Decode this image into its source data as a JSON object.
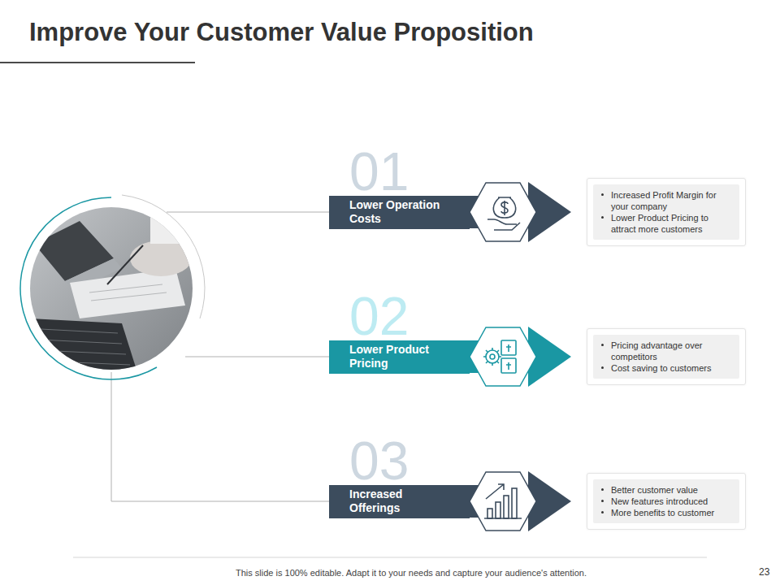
{
  "diagram": {
    "title": "Improve Your Customer Value Proposition",
    "nodes": [
      {
        "text": [
          "01",
          "Lower Operation Costs"
        ]
      },
      {
        "text": [
          "Increased Profit Margin for your company",
          "Lower Product Pricing to attract more customers"
        ]
      },
      {
        "text": [
          "02",
          "Lower Product Pricing"
        ]
      },
      {
        "text": [
          "Pricing advantage over competitors",
          "Cost saving to customers"
        ]
      },
      {
        "text": [
          "03",
          "Increased Offerings"
        ]
      },
      {
        "text": [
          "Better customer value",
          "New features introduced",
          "More benefits to customer"
        ]
      }
    ],
    "labels": [
      "This slide is 100% editable. Adapt it to your needs and capture your audience's attention.",
      "23"
    ]
  }
}
